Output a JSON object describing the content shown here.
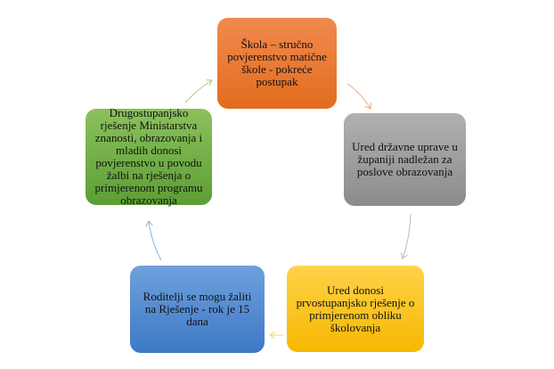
{
  "nodes": [
    {
      "text": "Škola – stručno povjerenstvo matične škole - pokreće postupak",
      "color": "#e87a35"
    },
    {
      "text": "Ured državne uprave u županiji nadležan za poslove obrazovanja",
      "color": "#9e9e9e"
    },
    {
      "text": "Ured donosi prvostupanjsko rješenje o primjerenom obliku školovanja",
      "color": "#fbc41f"
    },
    {
      "text": "Roditelji se mogu žaliti na Rješenje  - rok je 15 dana",
      "color": "#558ad2"
    },
    {
      "text": "Drugostupanjsko rješenje Ministarstva znanosti, obrazovanja i mladih donosi povjerenstvo u povodu žalbi na rješenja o primjerenom programu obrazovanja",
      "color": "#74b047"
    }
  ]
}
